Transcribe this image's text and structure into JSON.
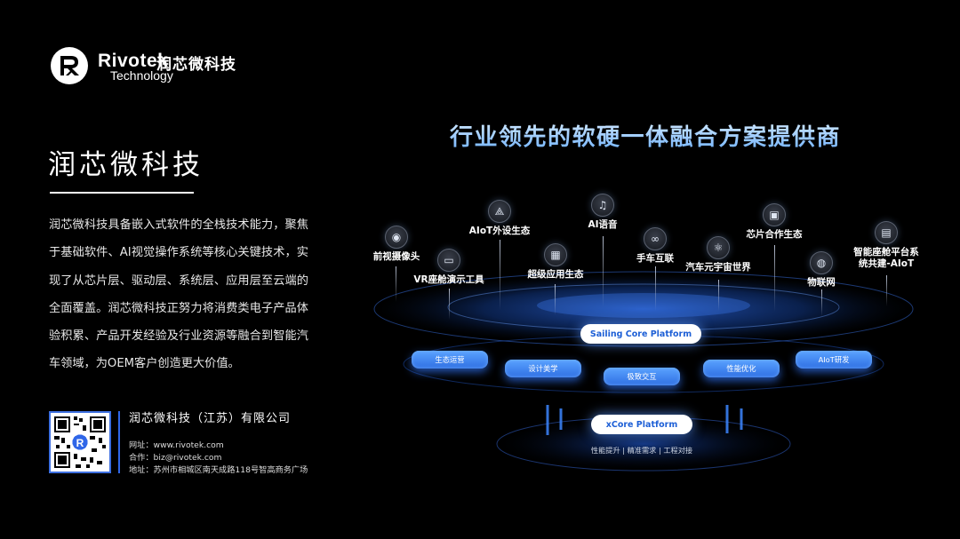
{
  "logo": {
    "icon": "rivotek-r-logo-icon",
    "name_en": "Rivotek",
    "name_cn": "润芯微科技",
    "tagline": "Technology"
  },
  "company": {
    "title": "润芯微科技",
    "description": "润芯微科技具备嵌入式软件的全栈技术能力，聚焦于基础软件、AI视觉操作系统等核心关键技术，实现了从芯片层、驱动层、系统层、应用层至云端的全面覆盖。润芯微科技正努力将消费类电子产品体验积累、产品开发经验及行业资源等融合到智能汽车领域，为OEM客户创造更大价值。"
  },
  "contact": {
    "company_name": "润芯微科技（江苏）有限公司",
    "website": "网址：www.rivotek.com",
    "email": "合作：biz@rivotek.com",
    "address": "地址：苏州市相城区南天成路118号智高商务广场"
  },
  "headline": "行业领先的软硬一体融合方案提供商",
  "features": [
    {
      "label": "前视摄像头",
      "icon": "camera-icon"
    },
    {
      "label": "VR座舱演示工具",
      "icon": "vr-headset-icon"
    },
    {
      "label": "AIoT外设生态",
      "icon": "network-nodes-icon"
    },
    {
      "label": "超级应用生态",
      "icon": "apps-grid-icon"
    },
    {
      "label": "AI语音",
      "icon": "microphone-icon"
    },
    {
      "label": "手车互联",
      "icon": "link-icon"
    },
    {
      "label": "汽车元宇宙世界",
      "icon": "atom-icon"
    },
    {
      "label": "芯片合作生态",
      "icon": "chip-icon"
    },
    {
      "label": "物联网",
      "icon": "globe-icon"
    },
    {
      "label": "智能座舱平台系统共建-AIoT",
      "icon": "screen-icon"
    }
  ],
  "platforms": {
    "sailing": "Sailing Core Platform",
    "xcore": "xCore Platform",
    "sailing_modules": [
      "生态运营",
      "设计美学",
      "极致交互",
      "性能优化",
      "AIoT研发"
    ],
    "xcore_caption": "性能提升 | 精准需求 | 工程对接"
  }
}
